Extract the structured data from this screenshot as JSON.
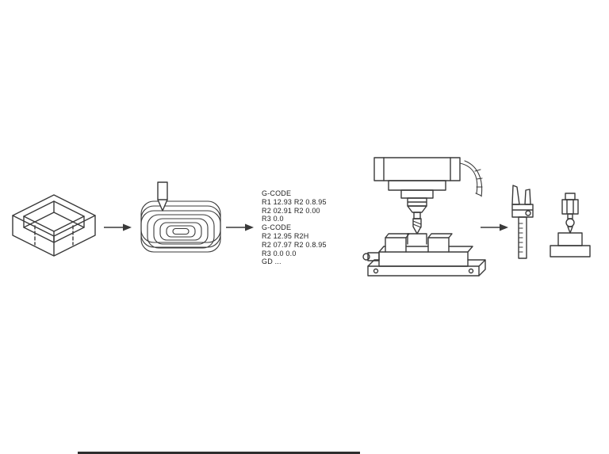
{
  "page": {
    "background_color": "#ffffff",
    "line_color": "#3a3a3a"
  },
  "workflow": {
    "description_icons": [
      "cad-pocket-part-icon",
      "toolpath-pen-icon",
      "gcode-text-block",
      "cnc-mill-machine-icon",
      "caliper-and-probe-icon"
    ],
    "arrow_icon": "right-arrow-icon"
  },
  "gcode": {
    "lines": [
      "G-CODE",
      "R1 12.93 R2 0.8.95",
      "R2 02.91 R2 0.00",
      "R3 0.0",
      "G-CODE",
      "R2 12.95 R2H",
      "R2 07.97 R2 0.8.95",
      "R3 0.0 0.0",
      "GD ..."
    ]
  }
}
